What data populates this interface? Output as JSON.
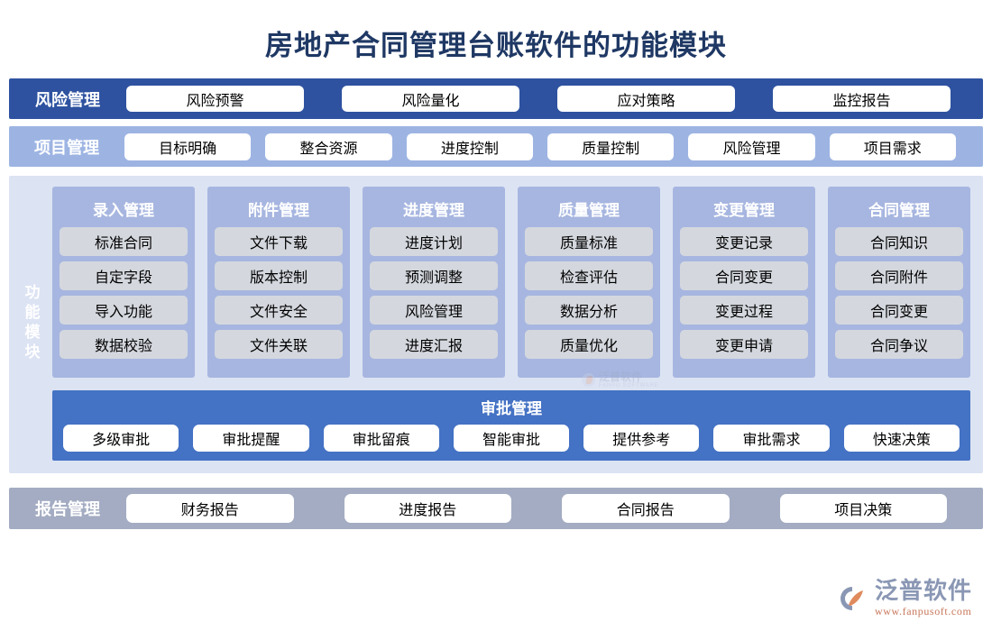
{
  "page": {
    "title": "房地产合同管理台账软件的功能模块"
  },
  "colors": {
    "title_text": "#1F3864",
    "risk_bar_bg": "#2E52A0",
    "project_bar_bg": "#9DB4E3",
    "module_panel_bg": "#DCE3F3",
    "module_column_bg": "#A7B6E0",
    "module_item_bg": "#D4D8DE",
    "approval_bg": "#4472C4",
    "report_bar_bg": "#A3ACC2",
    "chip_bg": "#FFFFFF",
    "logo_text": "#8A97B4",
    "logo_url": "#C8775A"
  },
  "risk_bar": {
    "label": "风险管理",
    "items": [
      {
        "label": "风险预警"
      },
      {
        "label": "风险量化"
      },
      {
        "label": "应对策略"
      },
      {
        "label": "监控报告"
      }
    ]
  },
  "project_bar": {
    "label": "项目管理",
    "items": [
      {
        "label": "目标明确"
      },
      {
        "label": "整合资源"
      },
      {
        "label": "进度控制"
      },
      {
        "label": "质量控制"
      },
      {
        "label": "风险管理"
      },
      {
        "label": "项目需求"
      }
    ]
  },
  "module_panel": {
    "side_label": "功能模块",
    "columns": [
      {
        "title": "录入管理",
        "items": [
          "标准合同",
          "自定字段",
          "导入功能",
          "数据校验"
        ]
      },
      {
        "title": "附件管理",
        "items": [
          "文件下载",
          "版本控制",
          "文件安全",
          "文件关联"
        ]
      },
      {
        "title": "进度管理",
        "items": [
          "进度计划",
          "预测调整",
          "风险管理",
          "进度汇报"
        ]
      },
      {
        "title": "质量管理",
        "items": [
          "质量标准",
          "检查评估",
          "数据分析",
          "质量优化"
        ]
      },
      {
        "title": "变更管理",
        "items": [
          "变更记录",
          "合同变更",
          "变更过程",
          "变更申请"
        ]
      },
      {
        "title": "合同管理",
        "items": [
          "合同知识",
          "合同附件",
          "合同变更",
          "合同争议"
        ]
      }
    ],
    "approval": {
      "title": "审批管理",
      "items": [
        {
          "label": "多级审批"
        },
        {
          "label": "审批提醒"
        },
        {
          "label": "审批留痕"
        },
        {
          "label": "智能审批"
        },
        {
          "label": "提供参考"
        },
        {
          "label": "审批需求"
        },
        {
          "label": "快速决策"
        }
      ]
    }
  },
  "report_bar": {
    "label": "报告管理",
    "items": [
      {
        "label": "财务报告"
      },
      {
        "label": "进度报告"
      },
      {
        "label": "合同报告"
      },
      {
        "label": "项目决策"
      }
    ]
  },
  "watermark": {
    "cn": "泛普软件",
    "en": "FANPU SOFTWARE"
  },
  "footer_logo": {
    "name": "泛普软件",
    "url": "www.fanpusoft.com"
  }
}
